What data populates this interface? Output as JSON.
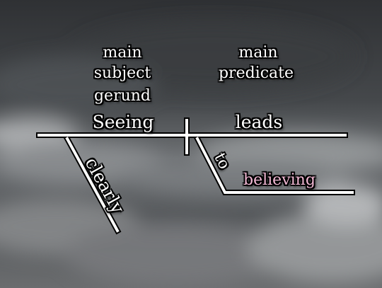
{
  "diagram": {
    "subject_labels": [
      "main",
      "subject",
      "gerund"
    ],
    "subject_word": "Seeing",
    "predicate_labels": [
      "main",
      "predicate"
    ],
    "predicate_word": "leads",
    "modifier_word": "clearly",
    "preposition_word": "to",
    "object_word": "believing"
  },
  "colors": {
    "line": "#ffffff",
    "outline": "#000000",
    "text": "#ffffff",
    "object_text": "#f2b8d4",
    "sky_dark": "#2f3134",
    "sky_light": "#8a8d90"
  }
}
